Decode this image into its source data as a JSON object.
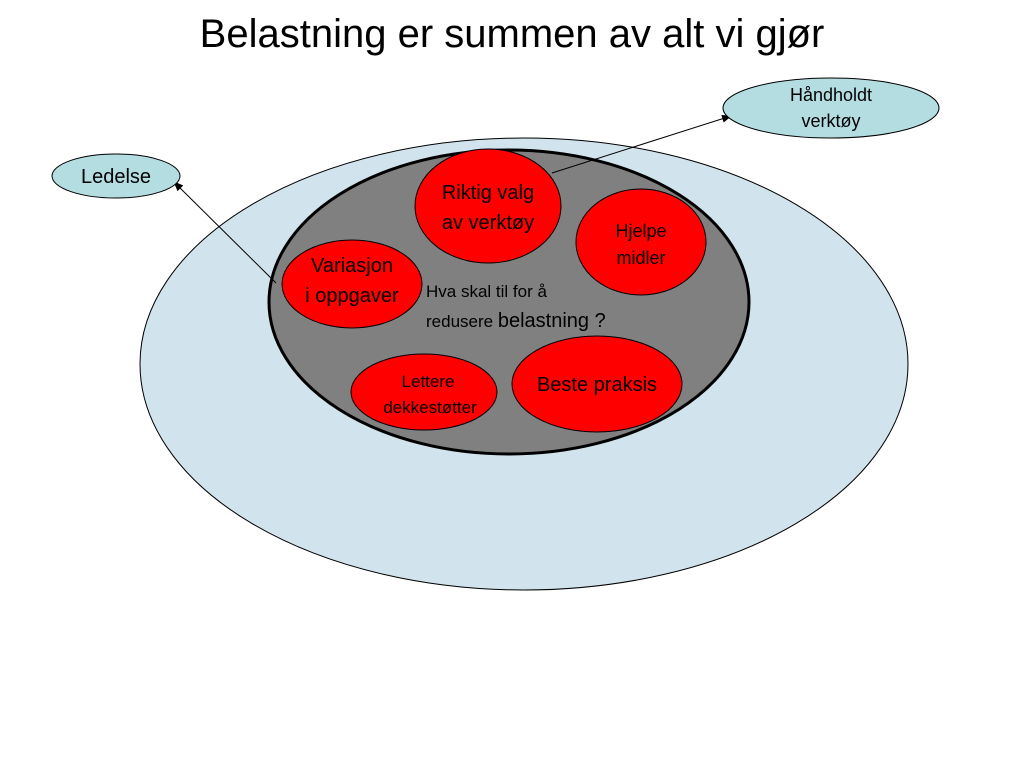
{
  "title": "Belastning er summen av alt vi gjør",
  "colors": {
    "outer_fill": "#d1e3ec",
    "inner_fill": "#808080",
    "red": "#ff0000",
    "callout_fill": "#b4dde2",
    "stroke": "#000000"
  },
  "callouts": {
    "ledelse": "Ledelse",
    "handholdt": [
      "Håndholdt",
      "verktøy"
    ]
  },
  "center_text": {
    "line1": "Hva skal til for å",
    "line2a": "redusere ",
    "line2b": "belastning ?"
  },
  "bubbles": {
    "riktig": [
      "Riktig valg",
      "av verktøy"
    ],
    "hjelpe": [
      "Hjelpe",
      "midler"
    ],
    "variasjon": [
      "Variasjon",
      "i oppgaver"
    ],
    "lettere": [
      "Lettere",
      "dekkestøtter"
    ],
    "beste": "Beste praksis"
  }
}
